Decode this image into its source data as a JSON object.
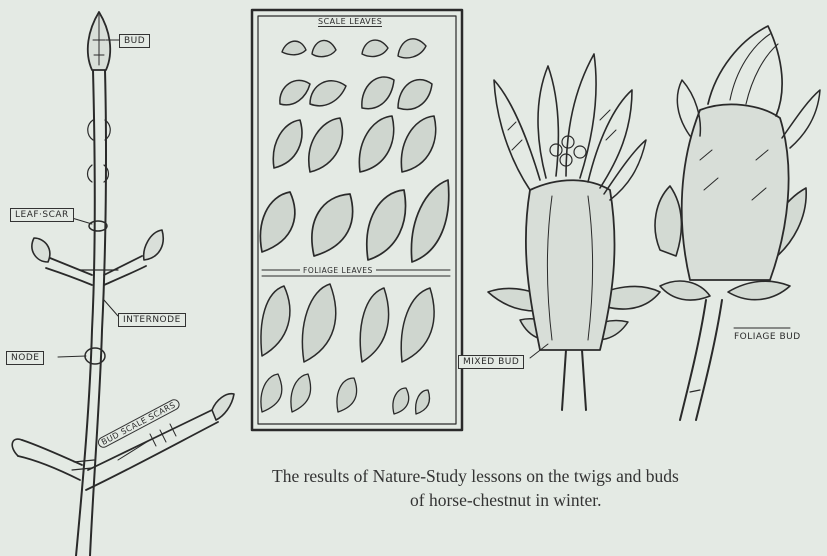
{
  "labels": {
    "bud": "BUD",
    "leaf_scar": "LEAF·SCAR",
    "internode": "INTERNODE",
    "node": "NODE",
    "bud_scale_scars": "BUD SCALE SCARS",
    "scale_leaves": "SCALE LEAVES",
    "foliage_leaves": "FOLIAGE LEAVES",
    "mixed_bud": "MIXED BUD",
    "foliage_bud": "FOLIAGE BUD"
  },
  "caption": {
    "line1": "The results of Nature-Study lessons on the twigs and buds",
    "line2": "of horse-chestnut in winter."
  },
  "colors": {
    "paper": "#e4eae4",
    "ink": "#2a2a2a"
  }
}
